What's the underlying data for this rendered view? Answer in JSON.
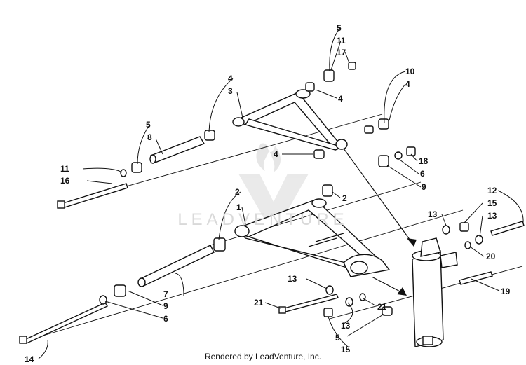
{
  "watermark": "LEADVENTURE",
  "footer": "Rendered by LeadVenture, Inc.",
  "callouts": [
    "1",
    "2",
    "2",
    "3",
    "4",
    "4",
    "4",
    "4",
    "5",
    "5",
    "5",
    "6",
    "6",
    "7",
    "8",
    "9",
    "9",
    "10",
    "11",
    "11",
    "12",
    "13",
    "13",
    "13",
    "13",
    "14",
    "15",
    "15",
    "16",
    "17",
    "18",
    "19",
    "20",
    "21",
    "21"
  ]
}
